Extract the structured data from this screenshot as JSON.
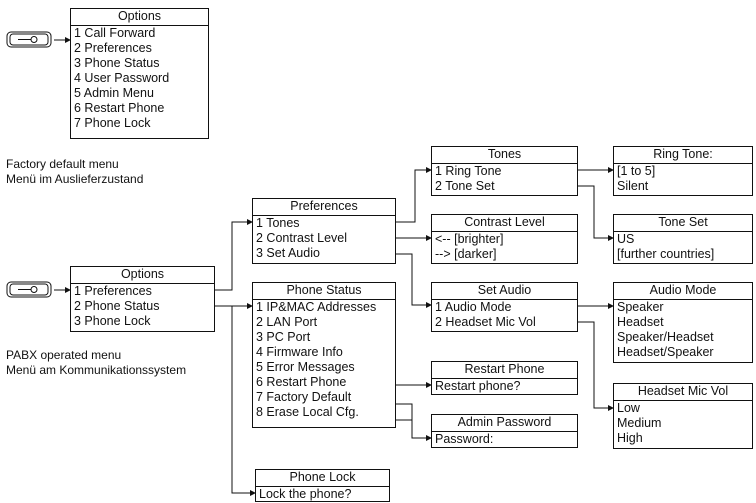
{
  "top_options": {
    "title": "Options",
    "items": [
      "1 Call Forward",
      "2 Preferences",
      "3 Phone Status",
      "4 User Password",
      "5 Admin Menu",
      "6 Restart Phone",
      "7 Phone Lock"
    ]
  },
  "captions": {
    "factory_1": "Factory default menu",
    "factory_2": "Menü im Auslieferzustand",
    "pabx_1": "PABX operated menu",
    "pabx_2": "Menü am Kommunikationssystem"
  },
  "options": {
    "title": "Options",
    "items": [
      "1 Preferences",
      "2 Phone Status",
      "3 Phone Lock"
    ]
  },
  "preferences": {
    "title": "Preferences",
    "items": [
      "1 Tones",
      "2 Contrast Level",
      "3 Set Audio"
    ]
  },
  "phone_status": {
    "title": "Phone Status",
    "items": [
      "1 IP&MAC Addresses",
      "2 LAN Port",
      "3 PC Port",
      "4 Firmware Info",
      "5 Error Messages",
      "6 Restart Phone",
      "7 Factory Default",
      "8 Erase Local Cfg."
    ]
  },
  "phone_lock": {
    "title": "Phone Lock",
    "items": [
      "Lock the phone?"
    ]
  },
  "tones": {
    "title": "Tones",
    "items": [
      "1 Ring Tone",
      "2 Tone Set"
    ]
  },
  "contrast": {
    "title": "Contrast Level",
    "items": [
      "<-- [brighter]",
      "--> [darker]"
    ]
  },
  "set_audio": {
    "title": "Set Audio",
    "items": [
      "1 Audio Mode",
      "2 Headset Mic Vol"
    ]
  },
  "restart": {
    "title": "Restart Phone",
    "items": [
      "Restart phone?"
    ]
  },
  "admin_pw": {
    "title": "Admin Password",
    "items": [
      "Password:"
    ]
  },
  "ring_tone": {
    "title": "Ring Tone:",
    "items": [
      "[1 to 5]",
      "Silent"
    ]
  },
  "tone_set": {
    "title": "Tone Set",
    "items": [
      "US",
      "[further countries]"
    ]
  },
  "audio_mode": {
    "title": "Audio Mode",
    "items": [
      "Speaker",
      "Headset",
      "Speaker/Headset",
      "Headset/Speaker"
    ]
  },
  "headset_mic": {
    "title": "Headset Mic Vol",
    "items": [
      "Low",
      "Medium",
      "High"
    ]
  }
}
